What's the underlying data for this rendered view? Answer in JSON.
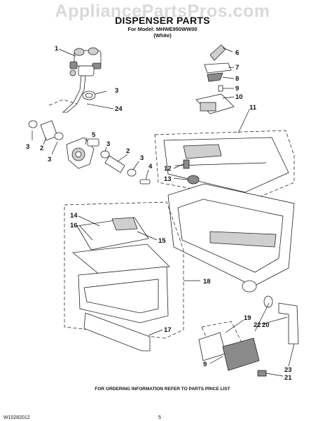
{
  "watermark": "AppliancePartsPros.com",
  "header": {
    "title": "DISPENSER PARTS",
    "model_line": "For Model: MHWE950WW00",
    "variant": "(White)"
  },
  "callouts": {
    "c1": "1",
    "c2a": "2",
    "c2b": "2",
    "c3a": "3",
    "c3b": "3",
    "c3c": "3",
    "c3d": "3",
    "c3e": "3",
    "c3f": "3",
    "c4": "4",
    "c5": "5",
    "c6": "6",
    "c7": "7",
    "c8": "8",
    "c9a": "9",
    "c9b": "9",
    "c10": "10",
    "c11": "11",
    "c12": "12",
    "c13": "13",
    "c14": "14",
    "c15": "15",
    "c16": "16",
    "c17": "17",
    "c18": "18",
    "c19": "19",
    "c20": "20",
    "c21": "21",
    "c22": "22",
    "c23": "23",
    "c24": "24"
  },
  "footer": {
    "note": "FOR ORDERING INFORMATION REFER TO PARTS PRICE LIST",
    "doc_number": "W10282012",
    "page_number": "5"
  }
}
